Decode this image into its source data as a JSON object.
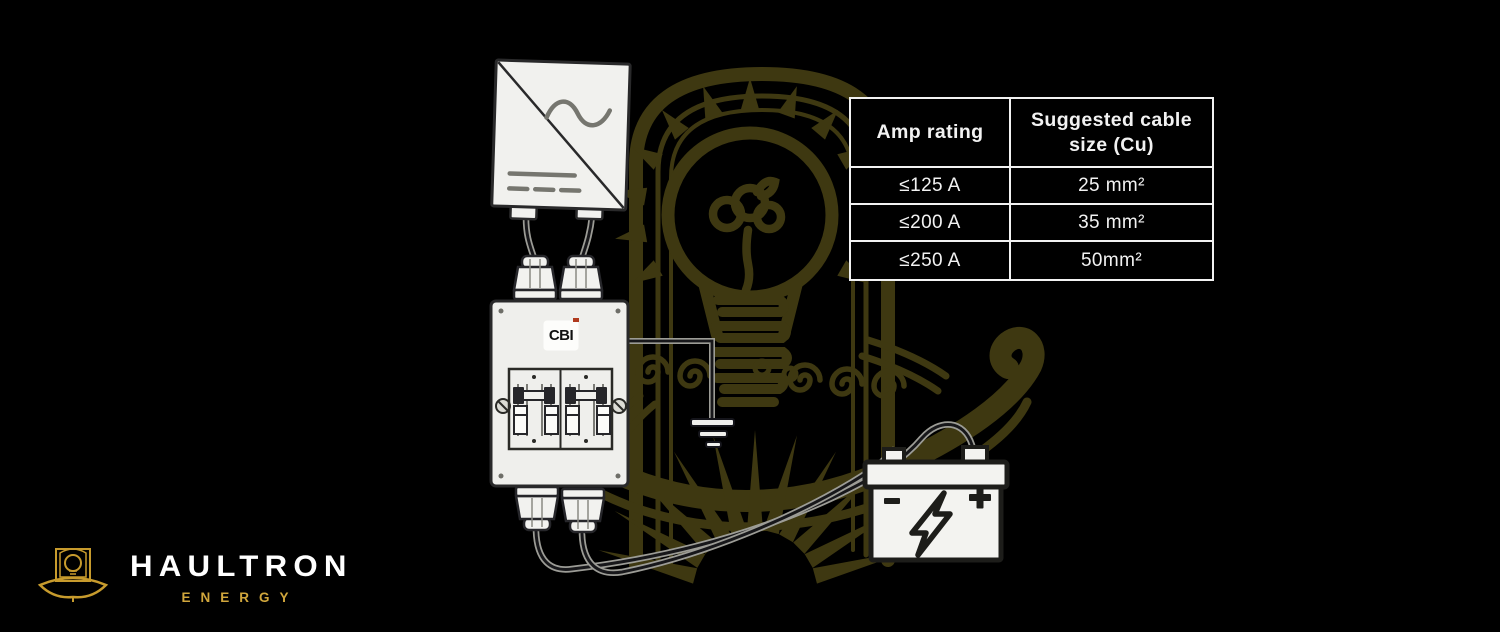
{
  "background_color": "#000000",
  "watermark": {
    "icon": "haultron-bulb-hat-emblem-watermark",
    "color": "#3e3811"
  },
  "table": {
    "border_color": "#f2f2f2",
    "text_color": "#f2f2f2",
    "columns": [
      "Amp rating",
      "Suggested cable size (Cu)"
    ],
    "rows": [
      [
        "≤125 A",
        "25 mm²"
      ],
      [
        "≤200 A",
        "35 mm²"
      ],
      [
        "≤250 A",
        "50mm²"
      ]
    ]
  },
  "diagram": {
    "inverter": {
      "icon": "inverter-ac-dc-icon"
    },
    "breaker_box": {
      "brand_label": "CBI",
      "icon": "dc-circuit-breaker-enclosure"
    },
    "ground": {
      "icon": "earth-ground-icon"
    },
    "battery": {
      "icon": "battery-icon",
      "bolt_icon": "lightning-bolt-icon",
      "minus_label": "-",
      "plus_label": "+"
    }
  },
  "logo": {
    "brand": "HAULTRON",
    "sub": "ENERGY",
    "brand_color": "#ffffff",
    "sub_color": "#d0a63c",
    "emblem_icon": "bulb-hat-emblem-icon"
  }
}
